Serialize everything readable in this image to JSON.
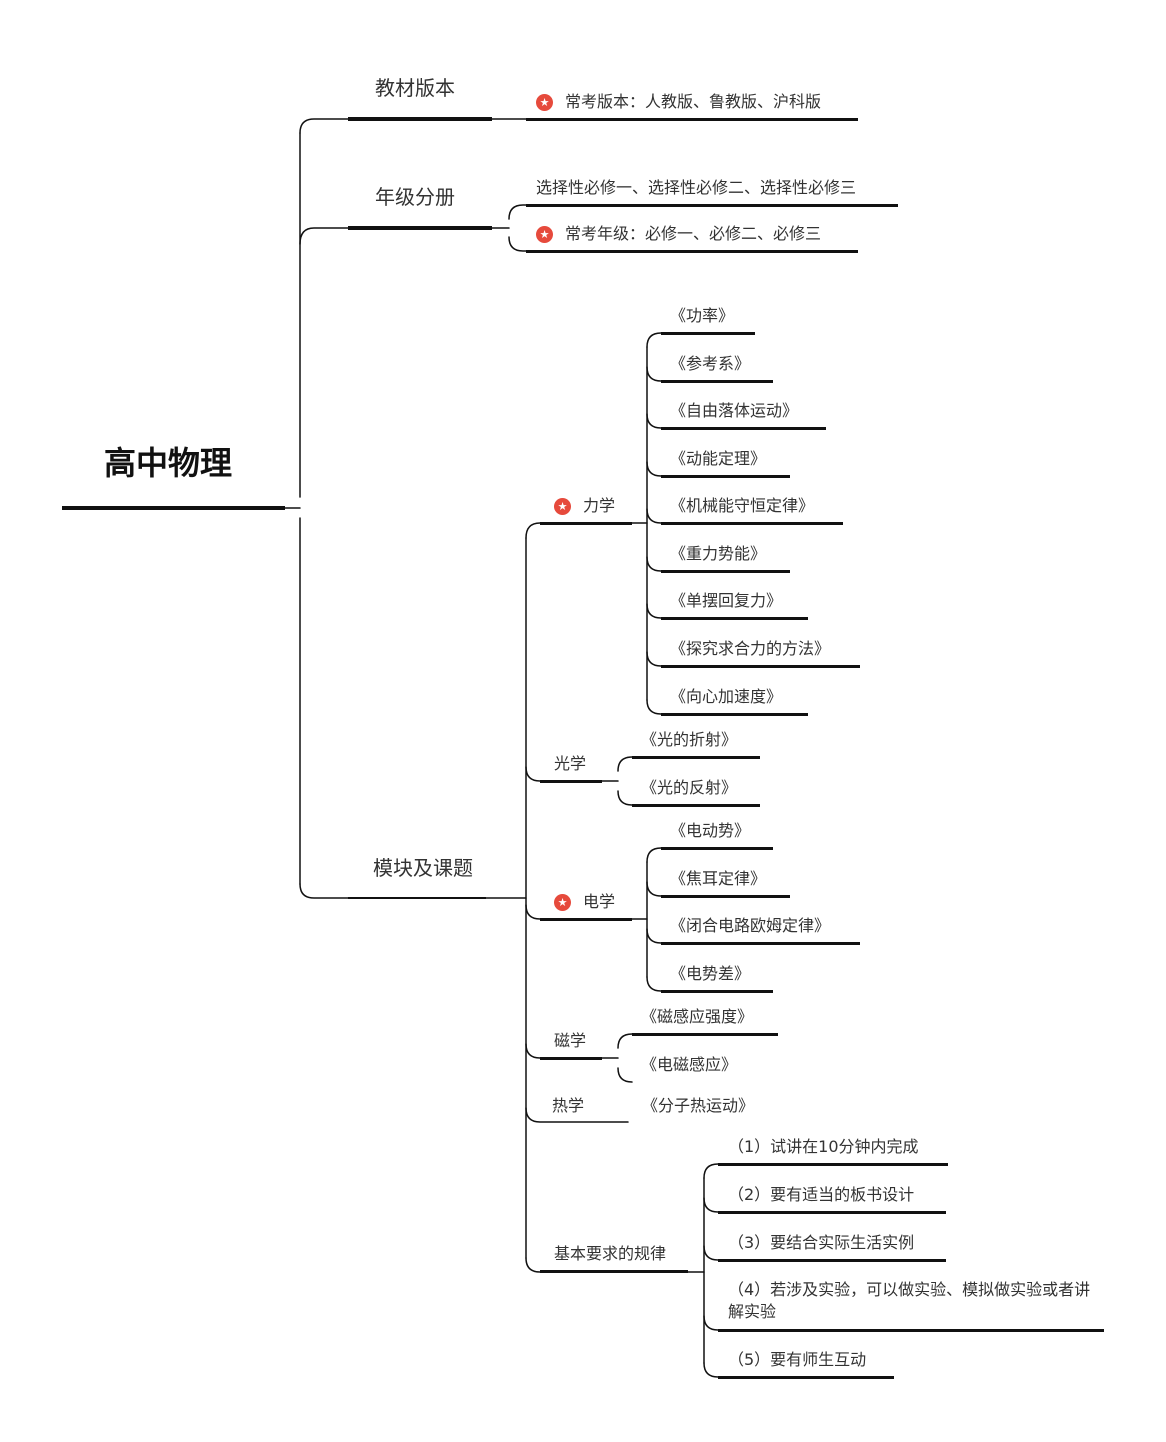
{
  "root": "高中物理",
  "branches": {
    "textbook": {
      "label": "教材版本",
      "items": [
        "常考版本：人教版、鲁教版、沪科版"
      ]
    },
    "grade": {
      "label": "年级分册",
      "items": [
        "选择性必修一、选择性必修二、选择性必修三",
        "常考年级：必修一、必修二、必修三"
      ]
    },
    "modules": {
      "label": "模块及课题",
      "mechanics": {
        "label": "力学",
        "items": [
          "《功率》",
          "《参考系》",
          "《自由落体运动》",
          "《动能定理》",
          "《机械能守恒定律》",
          "《重力势能》",
          "《单摆回复力》",
          "《探究求合力的方法》",
          "《向心加速度》"
        ]
      },
      "optics": {
        "label": "光学",
        "items": [
          "《光的折射》",
          "《光的反射》"
        ]
      },
      "electricity": {
        "label": "电学",
        "items": [
          "《电动势》",
          "《焦耳定律》",
          "《闭合电路欧姆定律》",
          "《电势差》"
        ]
      },
      "magnetism": {
        "label": "磁学",
        "items": [
          "《磁感应强度》",
          "《电磁感应》"
        ]
      },
      "thermal": {
        "label": "热学",
        "items": [
          "《分子热运动》"
        ]
      },
      "rules": {
        "label": "基本要求的规律",
        "items": [
          "（1）试讲在10分钟内完成",
          "（2）要有适当的板书设计",
          "（3）要结合实际生活实例",
          "（4）若涉及实验，可以做实验、模拟做实验或者讲解实验",
          "（5）要有师生互动"
        ]
      }
    }
  },
  "icons": {
    "star": "star-badge-icon"
  },
  "colors": {
    "line": "#111111",
    "star": "#e64a3c"
  }
}
